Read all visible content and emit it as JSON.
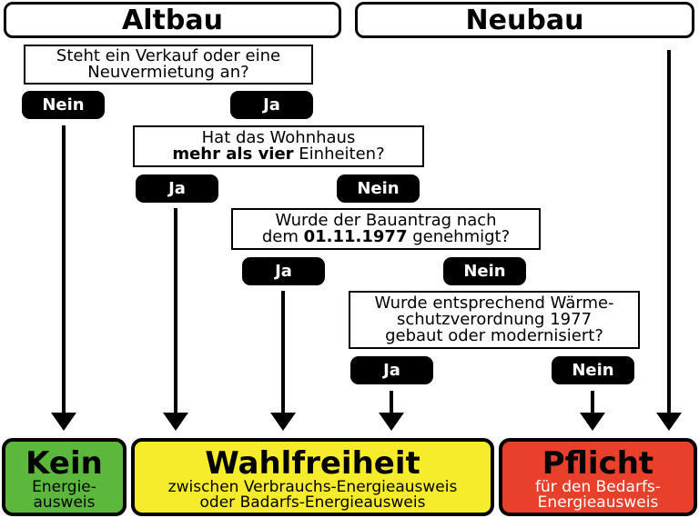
{
  "headers": {
    "altbau": "Altbau",
    "neubau": "Neubau"
  },
  "questions": {
    "q1": {
      "line1": "Steht ein Verkauf oder eine",
      "line2": "Neuvermietung an?"
    },
    "q2": {
      "line1": "Hat das Wohnhaus",
      "line2_bold": "mehr als vier",
      "line2_rest": " Einheiten?"
    },
    "q3": {
      "line1": "Wurde der Bauantrag nach",
      "line2_pre": "dem ",
      "line2_bold": "01.11.1977",
      "line2_rest": " genehmigt?"
    },
    "q4": {
      "line1": "Wurde entsprechend Wärme-",
      "line2": "schutzverordnung 1977",
      "line3": "gebaut oder modernisiert?"
    }
  },
  "answers": {
    "q1_no": "Nein",
    "q1_yes": "Ja",
    "q2_yes": "Ja",
    "q2_no": "Nein",
    "q3_yes": "Ja",
    "q3_no": "Nein",
    "q4_yes": "Ja",
    "q4_no": "Nein"
  },
  "results": {
    "kein": {
      "title": "Kein",
      "sub1": "Energie-",
      "sub2": "ausweis",
      "color": "#5cb83c"
    },
    "wahlfreiheit": {
      "title": "Wahlfreiheit",
      "sub1": "zwischen Verbrauchs-Energieausweis",
      "sub2": "oder Badarfs-Energieausweis",
      "color": "#f6ec2b"
    },
    "pflicht": {
      "title": "Pflicht",
      "sub1": "für den Bedarfs-",
      "sub2": "Energieausweis",
      "color": "#e8402a"
    }
  }
}
